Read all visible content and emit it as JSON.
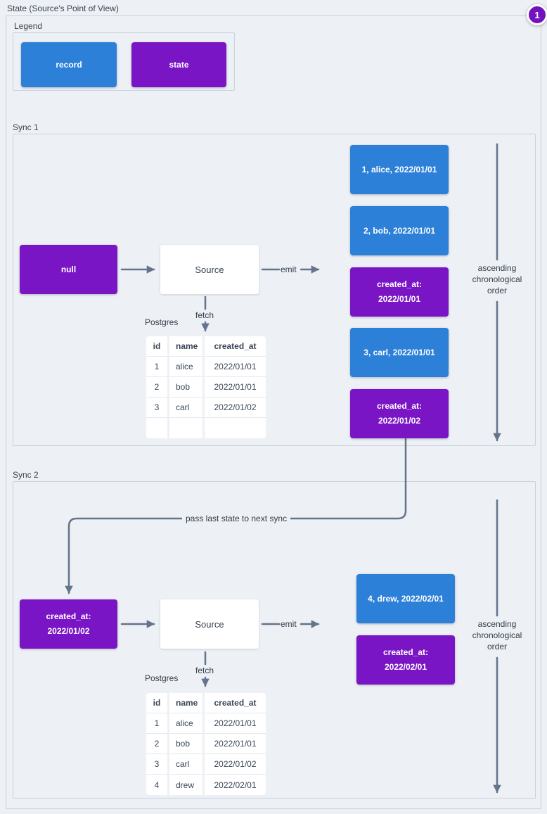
{
  "page": {
    "title": "State (Source's Point of View)",
    "badge": "1",
    "colors": {
      "record_blue": "#2c80d8",
      "state_purple": "#7a15c6",
      "badge_purple": "#7412bf",
      "arrow_gray": "#64748b",
      "background": "#edf0f4",
      "border": "#c8d2dc"
    }
  },
  "legend": {
    "label": "Legend",
    "record_label": "record",
    "state_label": "state"
  },
  "pass_note": "pass last state to next sync",
  "sync1": {
    "label": "Sync 1",
    "input_state": "null",
    "source": "Source",
    "emit": "emit",
    "fetch": "fetch",
    "postgres": "Postgres",
    "table": {
      "headers": [
        "id",
        "name",
        "created_at"
      ],
      "rows": [
        [
          "1",
          "alice",
          "2022/01/01"
        ],
        [
          "2",
          "bob",
          "2022/01/01"
        ],
        [
          "3",
          "carl",
          "2022/01/02"
        ],
        [
          "",
          "",
          ""
        ]
      ]
    },
    "emitted": [
      {
        "kind": "record",
        "text": "1, alice, 2022/01/01"
      },
      {
        "kind": "record",
        "text": "2, bob, 2022/01/01"
      },
      {
        "kind": "state",
        "text": "created_at:\n2022/01/01"
      },
      {
        "kind": "record",
        "text": "3, carl, 2022/01/01"
      },
      {
        "kind": "state",
        "text": "created_at:\n2022/01/02"
      }
    ],
    "order_note": "ascending\nchronological\norder"
  },
  "sync2": {
    "label": "Sync 2",
    "input_state": "created_at:\n2022/01/02",
    "source": "Source",
    "emit": "emit",
    "fetch": "fetch",
    "postgres": "Postgres",
    "table": {
      "headers": [
        "id",
        "name",
        "created_at"
      ],
      "rows": [
        [
          "1",
          "alice",
          "2022/01/01"
        ],
        [
          "2",
          "bob",
          "2022/01/01"
        ],
        [
          "3",
          "carl",
          "2022/01/02"
        ],
        [
          "4",
          "drew",
          "2022/02/01"
        ]
      ]
    },
    "emitted": [
      {
        "kind": "record",
        "text": "4, drew, 2022/02/01"
      },
      {
        "kind": "state",
        "text": "created_at:\n2022/02/01"
      }
    ],
    "order_note": "ascending\nchronological\norder"
  }
}
